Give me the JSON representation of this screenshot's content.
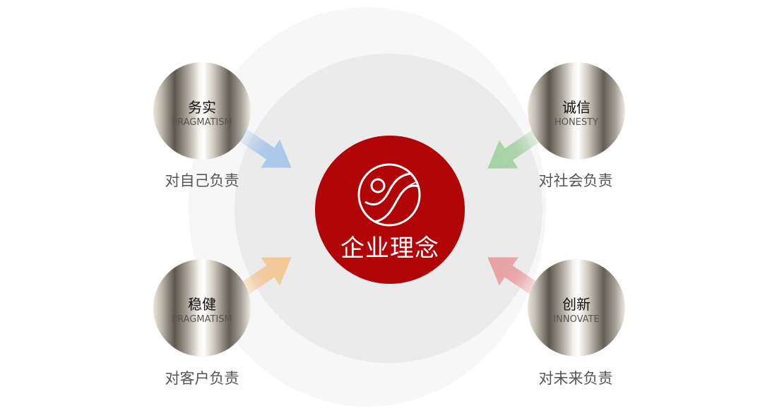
{
  "center": {
    "title": "企业理念",
    "logo_icon": "swirl-logo-icon",
    "color": "#b10406"
  },
  "nodes": [
    {
      "title": "务实",
      "subtitle": "PRAGMATISM",
      "caption": "对自己负责",
      "arrow_color": "#a9c7e9"
    },
    {
      "title": "诚信",
      "subtitle": "HONESTY",
      "caption": "对社会负责",
      "arrow_color": "#a4d2a3"
    },
    {
      "title": "稳健",
      "subtitle": "PRAGMATISM",
      "caption": "对客户负责",
      "arrow_color": "#f3c793"
    },
    {
      "title": "创新",
      "subtitle": "INNOVATE",
      "caption": "对未来负责",
      "arrow_color": "#e8a0a0"
    }
  ]
}
